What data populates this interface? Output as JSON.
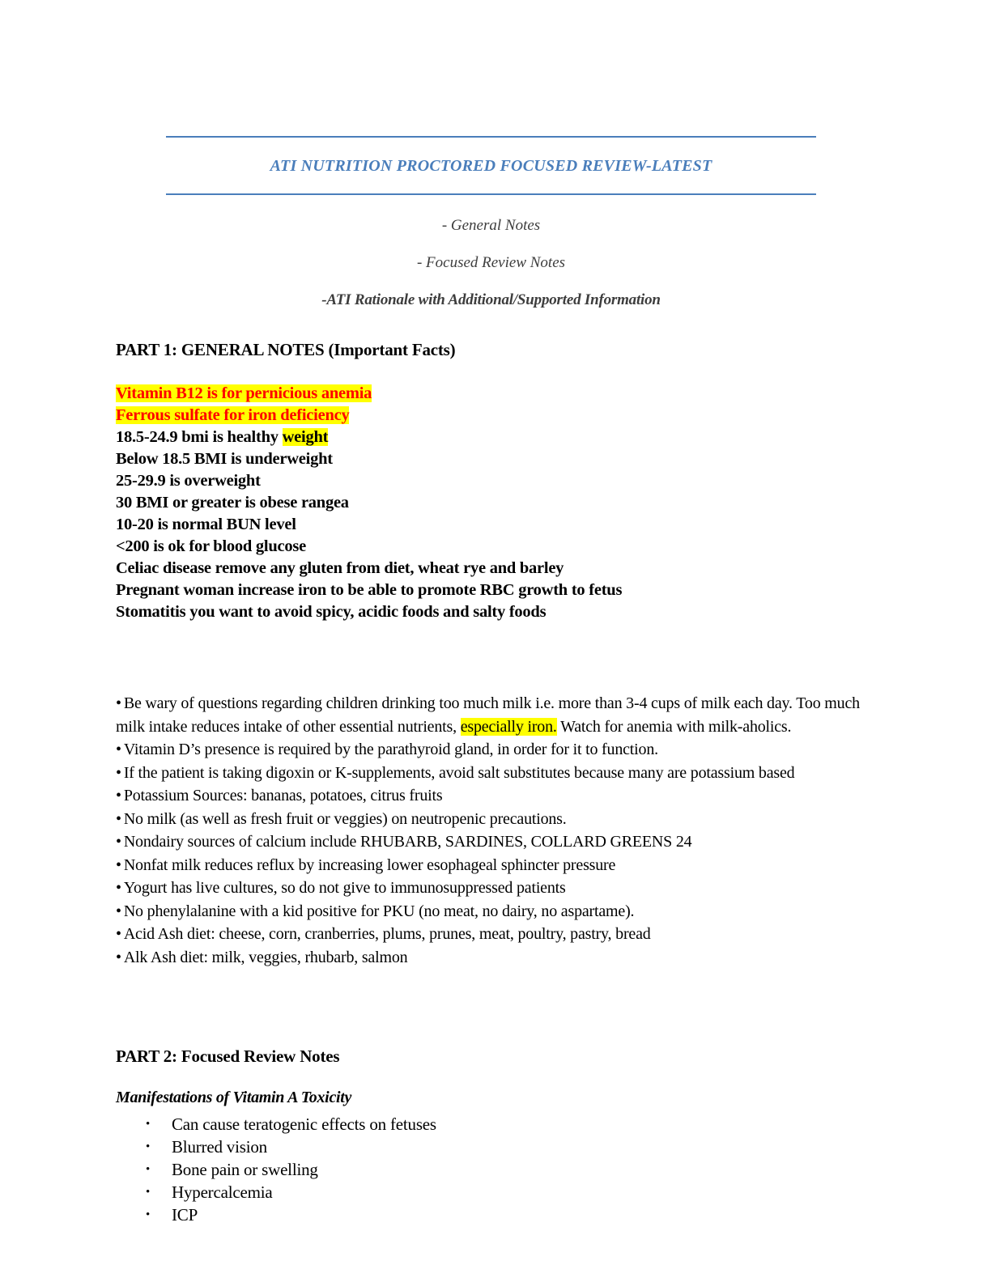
{
  "document": {
    "title": "ATI NUTRITION PROCTORED FOCUSED REVIEW-LATEST",
    "accent_color": "#4a7ebb",
    "highlight_color": "#ffff00",
    "red_color": "#ff0000",
    "subtitle_color": "#3d3d3d",
    "subtitles": [
      "- General Notes",
      "- Focused Review Notes",
      "-ATI Rationale with Additional/Supported Information"
    ]
  },
  "part1": {
    "heading": "PART 1: GENERAL NOTES (Important Facts)",
    "facts": [
      {
        "text": "Vitamin B12 is for pernicious anemia",
        "style": "red-highlight"
      },
      {
        "text": "Ferrous sulfate for iron deficiency",
        "style": "red-highlight"
      },
      {
        "pre": "18.5-24.9 bmi is healthy ",
        "highlight": "weight",
        "post": "",
        "style": "partial-highlight"
      },
      {
        "text": "Below 18.5 BMI is underweight",
        "style": "plain"
      },
      {
        "text": "25-29.9 is overweight",
        "style": "plain"
      },
      {
        "text": "30 BMI or greater is obese rangea",
        "style": "plain"
      },
      {
        "text": "10-20 is normal BUN level",
        "style": "plain"
      },
      {
        "text": "<200 is ok for blood glucose",
        "style": "plain"
      },
      {
        "text": "Celiac disease remove any gluten from diet, wheat rye and barley",
        "style": "plain"
      },
      {
        "text": "Pregnant woman increase iron to be able to promote RBC growth to fetus",
        "style": "plain"
      },
      {
        "text": "Stomatitis you want to avoid spicy, acidic foods and salty foods",
        "style": "plain"
      }
    ],
    "bullet_marker": "•",
    "bullets": [
      {
        "pre": "Be wary of questions regarding children drinking too much milk i.e. more than 3-4 cups of milk each day. Too much milk intake reduces intake of other essential nutrients, ",
        "highlight": "especially iron.",
        "post": " Watch for anemia with milk-aholics."
      },
      {
        "pre": "Vitamin D’s presence is required by the parathyroid gland, in order for it to function.",
        "highlight": "",
        "post": ""
      },
      {
        "pre": "If the patient is taking digoxin or K-supplements, avoid salt substitutes because many are potassium based",
        "highlight": "",
        "post": ""
      },
      {
        "pre": "Potassium Sources: bananas, potatoes, citrus fruits",
        "highlight": "",
        "post": ""
      },
      {
        "pre": "No milk (as well as fresh fruit or veggies) on neutropenic precautions.",
        "highlight": "",
        "post": ""
      },
      {
        "pre": "Nondairy sources of calcium include RHUBARB, SARDINES, COLLARD GREENS 24",
        "highlight": "",
        "post": ""
      },
      {
        "pre": "Nonfat milk reduces reflux by increasing lower esophageal sphincter pressure",
        "highlight": "",
        "post": ""
      },
      {
        "pre": "Yogurt has live cultures, so do not give to immunosuppressed patients",
        "highlight": "",
        "post": ""
      },
      {
        "pre": "No phenylalanine with a kid positive for PKU (no meat, no dairy, no aspartame).",
        "highlight": "",
        "post": ""
      },
      {
        "pre": "Acid Ash diet: cheese, corn, cranberries, plums, prunes, meat, poultry, pastry, bread",
        "highlight": "",
        "post": ""
      },
      {
        "pre": "Alk Ash diet: milk, veggies, rhubarb, salmon",
        "highlight": "",
        "post": ""
      }
    ]
  },
  "part2": {
    "heading": "PART 2: Focused Review Notes",
    "subheading": "Manifestations of Vitamin A Toxicity",
    "list_marker": "•",
    "items": [
      "Can cause teratogenic effects on fetuses",
      "Blurred vision",
      "Bone pain or swelling",
      "Hypercalcemia",
      "ICP"
    ]
  }
}
